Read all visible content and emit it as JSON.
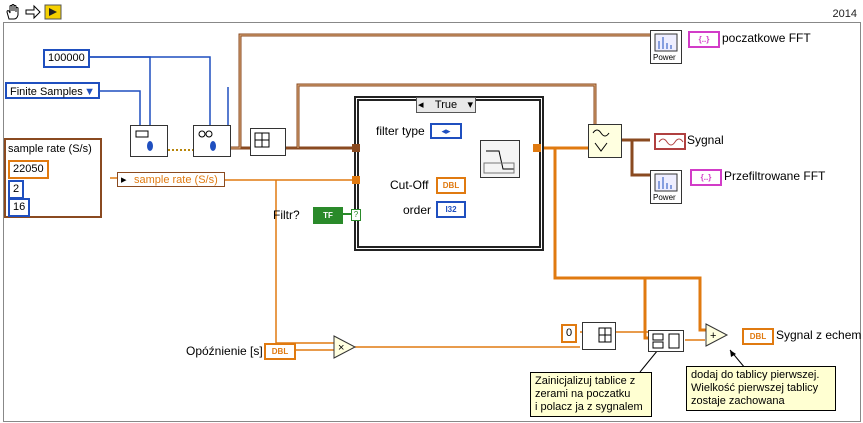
{
  "toolbar": {
    "icons": [
      "hand-icon",
      "arrow-icon",
      "run-icon"
    ],
    "version": "2014"
  },
  "constants": {
    "samples": "100000",
    "mode": "Finite Samples",
    "sample_rate_cluster_label": "sample rate (S/s)",
    "rate": "22050",
    "channels": "2",
    "bits": "16",
    "unbundle_label": "sample rate (S/s)",
    "zero": "0"
  },
  "labels": {
    "initial_fft": "poczatkowe FFT",
    "signal": "Sygnal",
    "filtered_fft": "Przefiltrowane FFT",
    "echo_signal": "Sygnal z echem",
    "filter_type": "filter type",
    "cutoff": "Cut-Off",
    "order": "order",
    "filter_q": "Filtr?",
    "delay": "Opóźnienie [s]",
    "case_selector": "True",
    "power": "Power"
  },
  "terminals": {
    "dbl": "DBL",
    "i32": "I32",
    "tf": "TF"
  },
  "notes": {
    "note1": [
      "Zainicjalizuj tablice z",
      "zerami na poczatku",
      "i polacz ja z sygnalem"
    ],
    "note2": [
      "dodaj do tablicy pierwszej.",
      "Wielkość pierwszej tablicy",
      "zostaje zachowana"
    ]
  }
}
